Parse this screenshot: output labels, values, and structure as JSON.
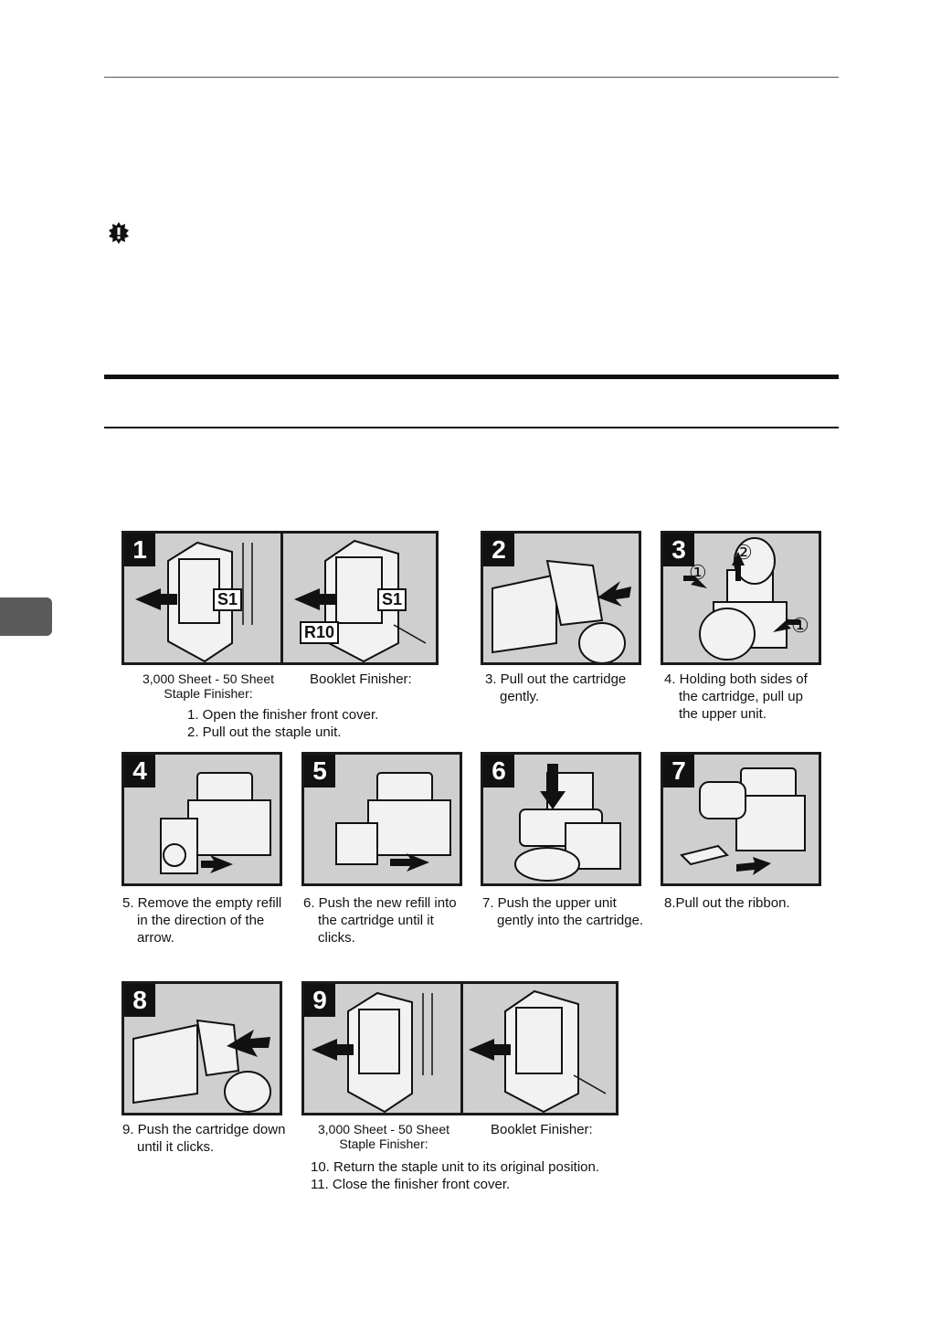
{
  "side_tab_color": "#5a5a5a",
  "panels": {
    "p1": {
      "badge": "1",
      "labels": [
        "S1",
        "S1",
        "R10"
      ]
    },
    "p2": {
      "badge": "2"
    },
    "p3": {
      "badge": "3",
      "labels": [
        "①",
        "②",
        "①"
      ]
    },
    "p4": {
      "badge": "4"
    },
    "p5": {
      "badge": "5"
    },
    "p6": {
      "badge": "6"
    },
    "p7": {
      "badge": "7"
    },
    "p8": {
      "badge": "8"
    },
    "p9": {
      "badge": "9"
    }
  },
  "captions": {
    "c1_left_a": "3,000 Sheet - 50 Sheet",
    "c1_left_b": "Staple Finisher:",
    "c1_right": "Booklet Finisher:",
    "c1_step1": "1. Open the finisher front cover.",
    "c1_step2": "2. Pull out the staple unit.",
    "c3": "3. Pull out the cartridge gently.",
    "c4": "4. Holding both sides of the cartridge, pull up the upper unit.",
    "c5": "5. Remove the empty refill in the direction of the arrow.",
    "c6": "6. Push the new refill into the cartridge until it clicks.",
    "c7": "7. Push the upper unit gently into the cartridge.",
    "c8": "8.Pull out the ribbon.",
    "c9": "9. Push the cartridge down until it clicks.",
    "c10_left_a": "3,000 Sheet - 50 Sheet",
    "c10_left_b": "Staple Finisher:",
    "c10_right": "Booklet Finisher:",
    "c10_step10": "10. Return the staple unit to its original position.",
    "c10_step11": "11. Close the finisher front cover."
  }
}
